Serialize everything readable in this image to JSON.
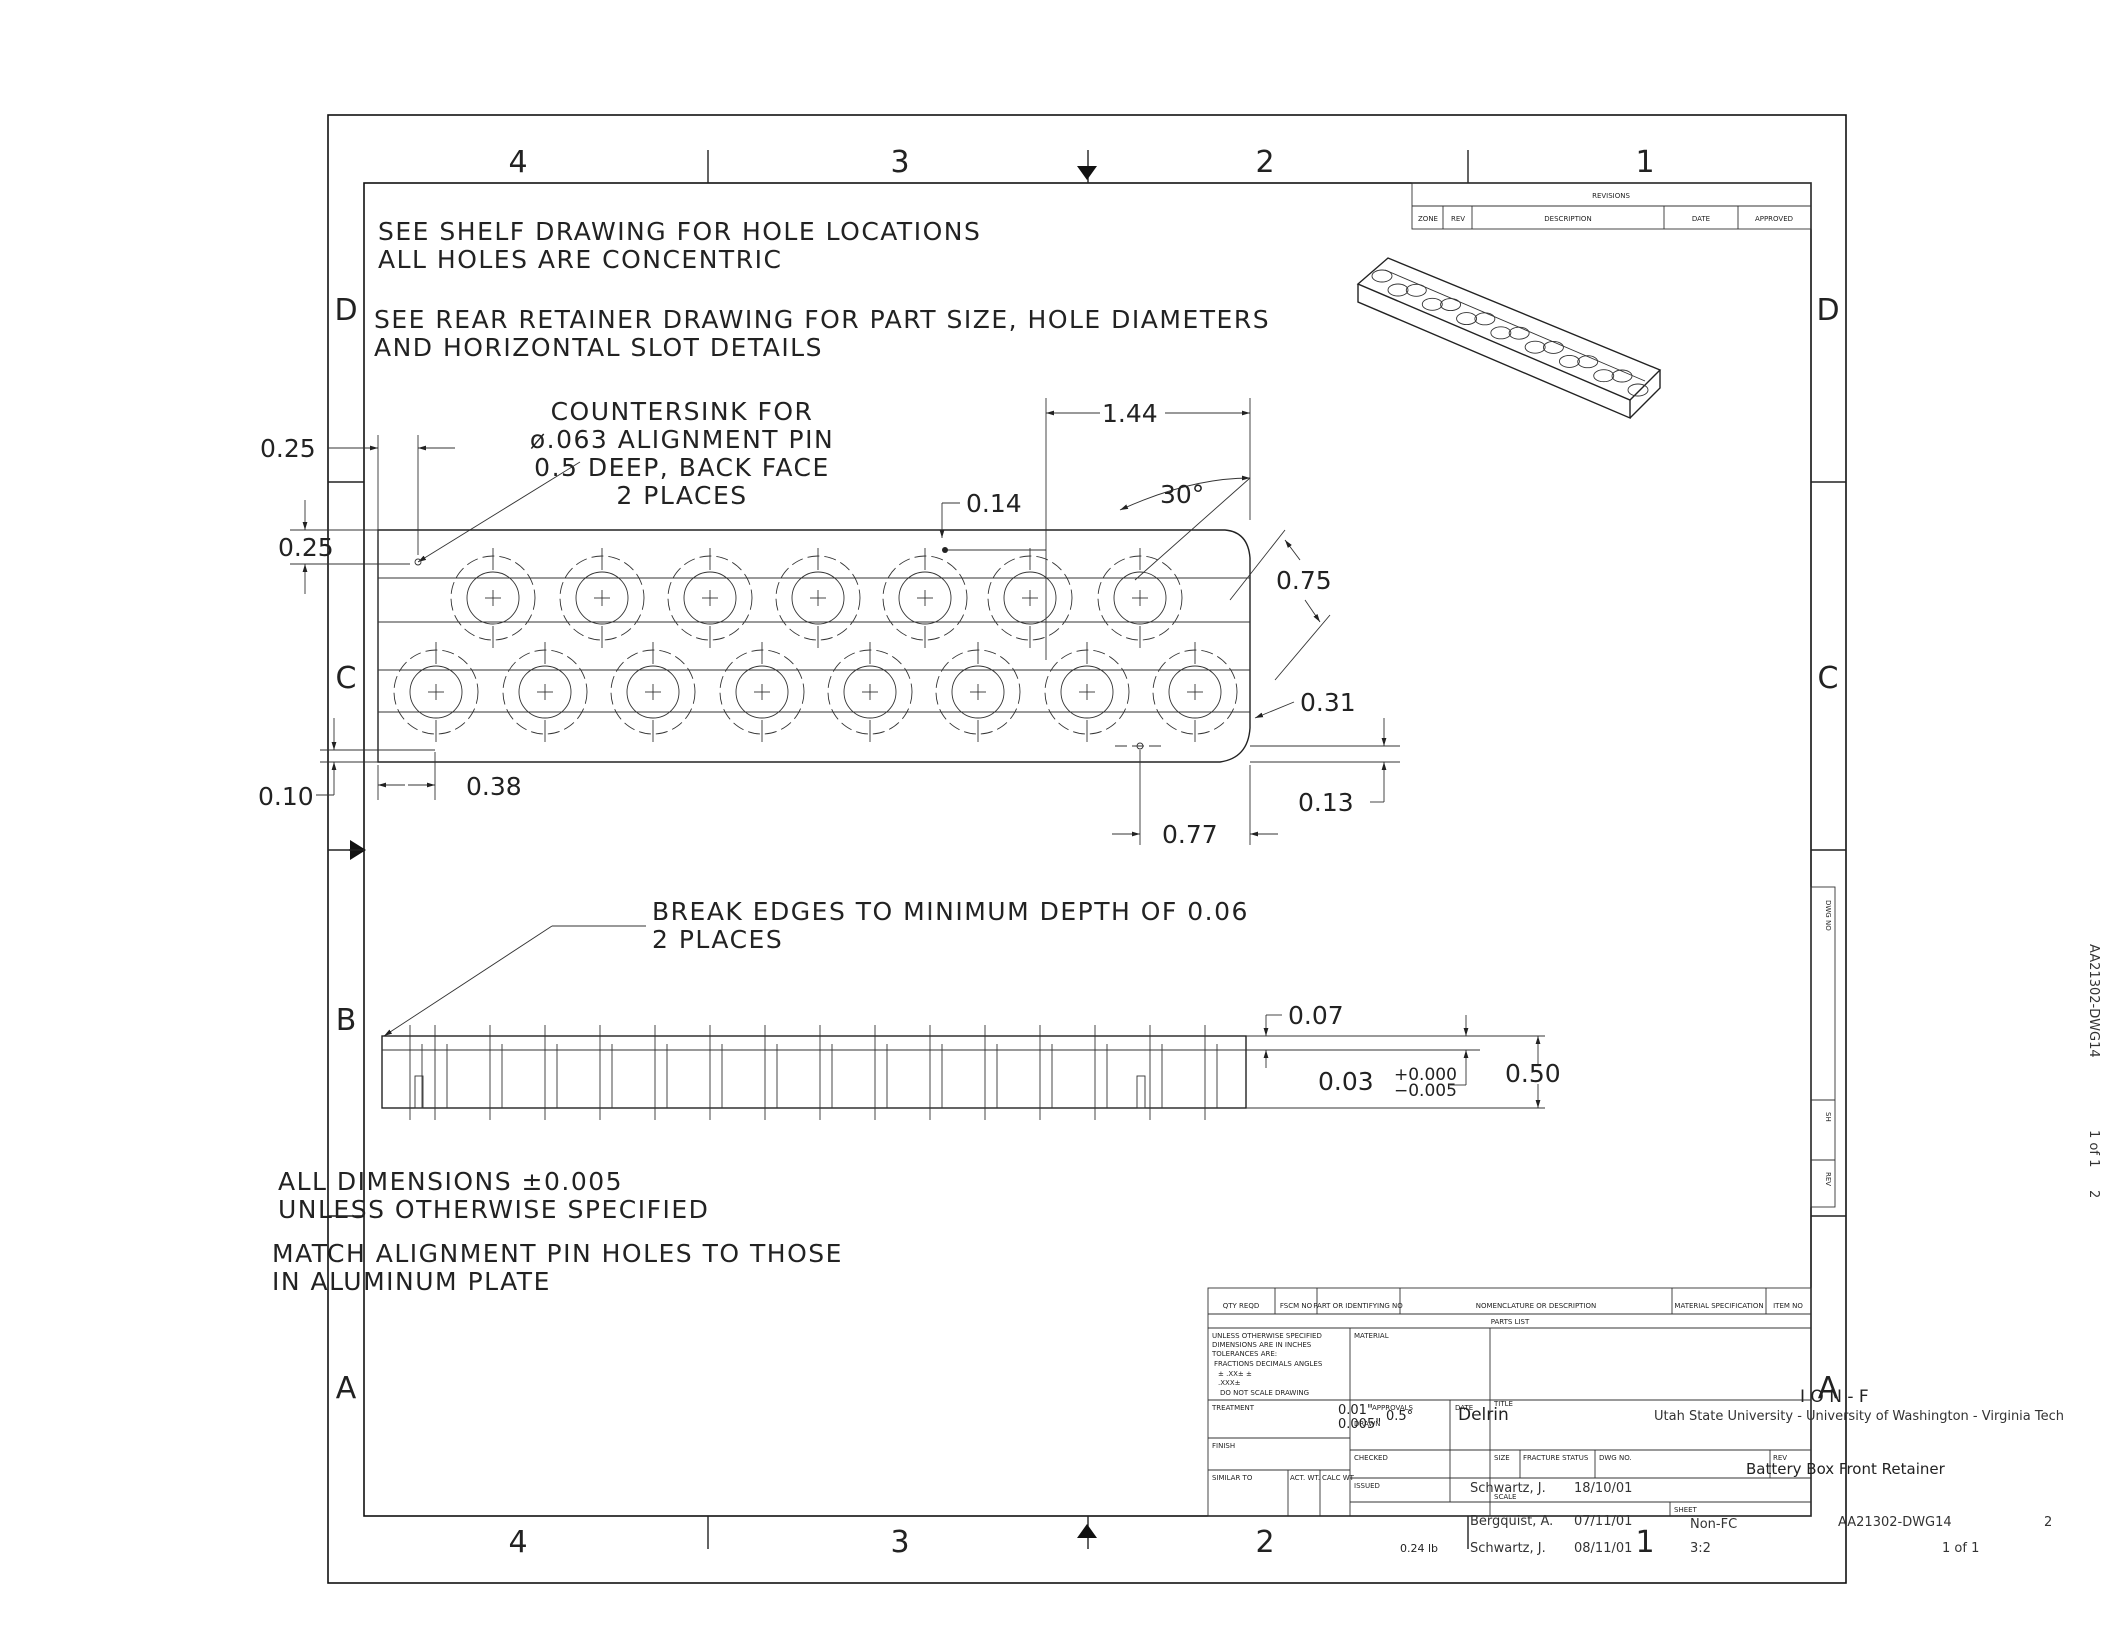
{
  "zones": {
    "columns": [
      "4",
      "3",
      "2",
      "1"
    ],
    "rows": [
      "D",
      "C",
      "B",
      "A"
    ]
  },
  "revisions": {
    "title": "REVISIONS",
    "headers": [
      "ZONE",
      "REV",
      "DESCRIPTION",
      "DATE",
      "APPROVED"
    ]
  },
  "notes": {
    "shelf": [
      "SEE SHELF DRAWING FOR HOLE LOCATIONS",
      "ALL HOLES ARE CONCENTRIC"
    ],
    "rear": [
      "SEE REAR RETAINER DRAWING FOR PART SIZE, HOLE DIAMETERS",
      "AND HORIZONTAL SLOT DETAILS"
    ],
    "countersink": [
      "COUNTERSINK FOR",
      "ø.063 ALIGNMENT PIN",
      "0.5 DEEP, BACK FACE",
      "2 PLACES"
    ],
    "break_edges": [
      "BREAK EDGES TO MINIMUM DEPTH OF 0.06",
      "2 PLACES"
    ],
    "dimensions": [
      "ALL DIMENSIONS ±0.005",
      "UNLESS OTHERWISE SPECIFIED"
    ],
    "match": [
      "MATCH ALIGNMENT PIN HOLES TO THOSE",
      "IN ALUMINUM PLATE"
    ]
  },
  "dimensions": {
    "d_025a": "0.25",
    "d_025b": "0.25",
    "d_144": "1.44",
    "d_014": "0.14",
    "d_30": "30°",
    "d_075": "0.75",
    "d_031": "0.31",
    "d_010": "0.10",
    "d_038": "0.38",
    "d_013": "0.13",
    "d_077": "0.77",
    "d_007": "0.07",
    "d_003": "0.03",
    "d_tol_plus": "+0.000",
    "d_tol_minus": "−0.005",
    "d_050": "0.50"
  },
  "side_block": {
    "labels": [
      "DWG NO",
      "SH",
      "REV"
    ]
  },
  "side_text": {
    "dwg": "AA21302-DWG14",
    "sheet": "1 of 1",
    "rev": "2"
  },
  "parts_list": {
    "headers": [
      "QTY REQD",
      "FSCM NO",
      "PART OR IDENTIFYING NO",
      "NOMENCLATURE OR DESCRIPTION",
      "MATERIAL SPECIFICATION",
      "ITEM NO"
    ],
    "title": "PARTS LIST"
  },
  "title_block": {
    "tolerance_lines": [
      "UNLESS OTHERWISE SPECIFIED",
      "DIMENSIONS ARE IN INCHES",
      "TOLERANCES ARE:",
      "FRACTIONS  DECIMALS  ANGLES",
      "±        .XX±         ±",
      "         .XXX±",
      "DO NOT SCALE DRAWING"
    ],
    "material_label": "MATERIAL",
    "treatment_label": "TREATMENT",
    "finish_label": "FINISH",
    "similar_label": "SIMILAR TO",
    "act_wt_label": "ACT. WT.",
    "calc_wt_label": "CALC WT",
    "approvals_label": "APPROVALS",
    "date_label": "DATE",
    "drawn_label": "DRAWN",
    "checked_label": "CHECKED",
    "issued_label": "ISSUED",
    "title_label": "TITLE",
    "size_label": "SIZE",
    "fracture_label": "FRACTURE STATUS",
    "dwg_no_label": "DWG NO.",
    "rev_label": "REV",
    "scale_label": "SCALE",
    "sheet_label": "SHEET",
    "tol_decimal": "0.01\"",
    "tol_angle": "0.5°",
    "tol_decimal3": "0.005\"",
    "material": "Delrin",
    "org_partial": "I O N - F",
    "org": "Utah State University - University of Washington - Virginia Tech",
    "part_title": "Battery Box Front Retainer",
    "drawn_by": "Schwartz, J.",
    "drawn_date": "18/10/01",
    "checked_by": "Bergquist, A.",
    "checked_date": "07/11/01",
    "issued_by": "Schwartz, J.",
    "issued_date": "08/11/01",
    "fracture": "Non-FC",
    "dwg_no": "AA21302-DWG14",
    "rev": "2",
    "scale": "3:2",
    "sheet": "1 of 1",
    "weight": "0.24 lb"
  }
}
